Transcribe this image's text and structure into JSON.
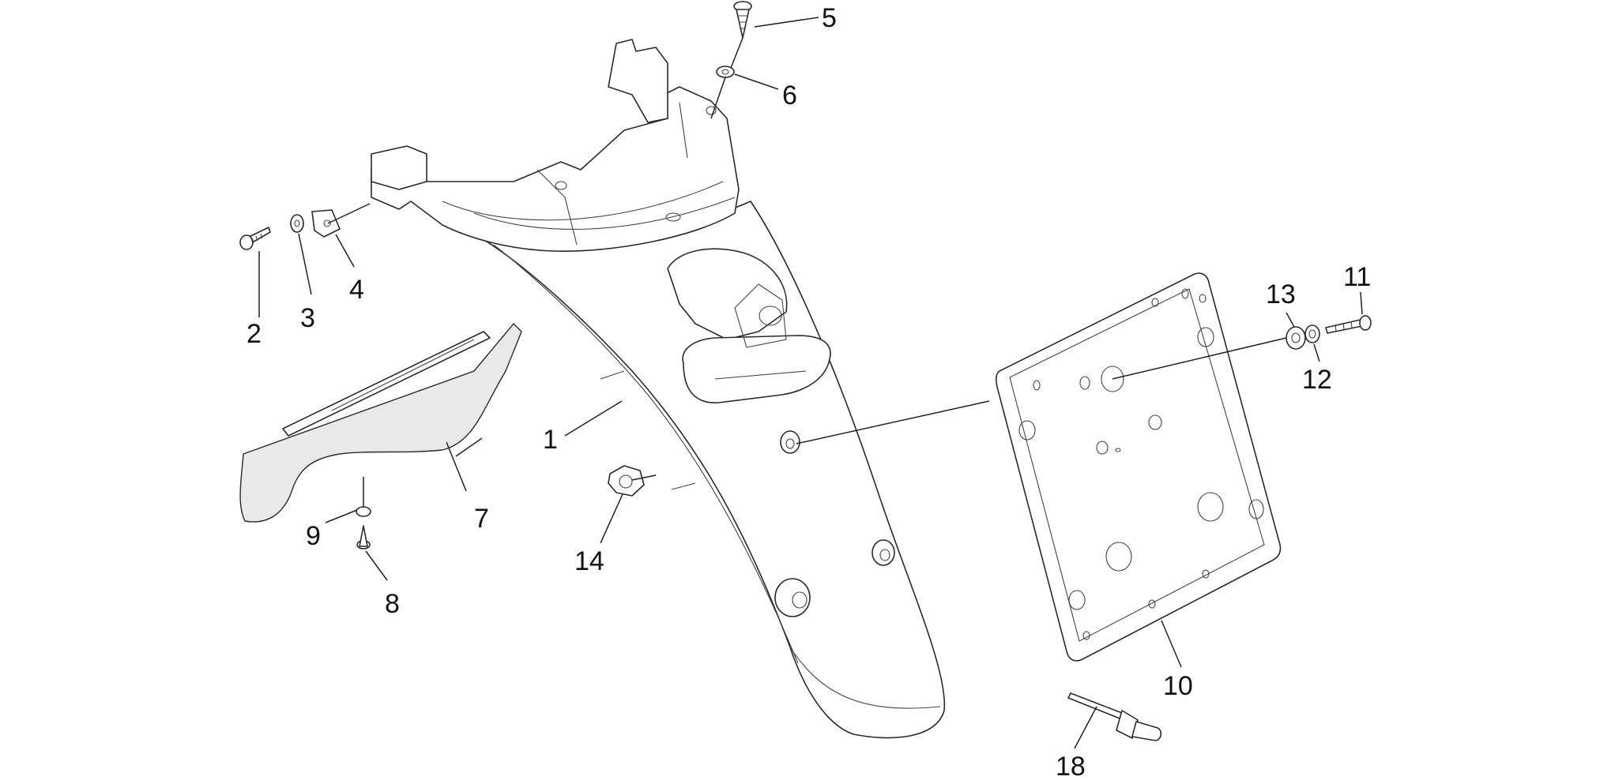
{
  "callouts": [
    {
      "id": "c1",
      "label": "1"
    },
    {
      "id": "c2",
      "label": "2"
    },
    {
      "id": "c3",
      "label": "3"
    },
    {
      "id": "c4",
      "label": "4"
    },
    {
      "id": "c5",
      "label": "5"
    },
    {
      "id": "c6",
      "label": "6"
    },
    {
      "id": "c7",
      "label": "7"
    },
    {
      "id": "c8",
      "label": "8"
    },
    {
      "id": "c9",
      "label": "9"
    },
    {
      "id": "c10",
      "label": "10"
    },
    {
      "id": "c11",
      "label": "11"
    },
    {
      "id": "c12",
      "label": "12"
    },
    {
      "id": "c13",
      "label": "13"
    },
    {
      "id": "c14",
      "label": "14"
    },
    {
      "id": "c18",
      "label": "18"
    }
  ]
}
